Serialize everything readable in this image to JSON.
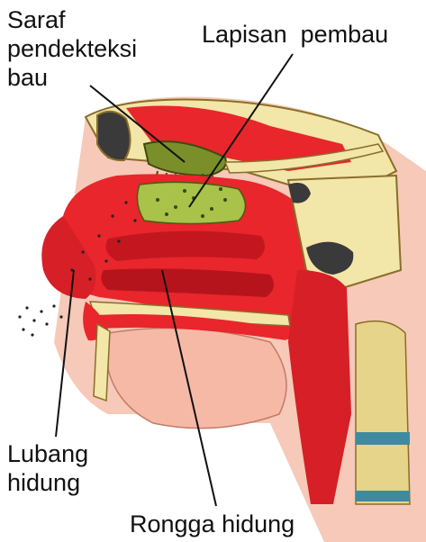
{
  "labels": {
    "saraf_pendeteksi_bau": [
      "Saraf",
      "pendekteksi",
      "bau"
    ],
    "lapisan_pembau": "Lapisan  pembau",
    "lubang_hidung": [
      "Lubang",
      "hidung"
    ],
    "rongga_hidung": "Rongga hidung"
  },
  "colors": {
    "tissue_red": "#e8262b",
    "tissue_dark": "#b5141c",
    "bone": "#f2e6a8",
    "olfactory_green": "#8fbf3a",
    "cartilage_blue": "#3f8aa0",
    "skin_pink": "#f6b9a6"
  }
}
